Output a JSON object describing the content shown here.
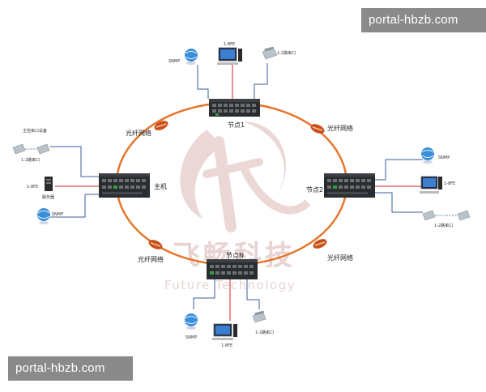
{
  "watermark_top": "portal-hbzb.com",
  "watermark_bottom": "portal-hbzb.com",
  "bg_watermark": {
    "cn": "飞畅科技",
    "en": "Future Technology",
    "color": "#e9d2d2"
  },
  "colors": {
    "fiber_ring": "#e8742a",
    "connector": "#c8501c",
    "cable_blue": "#3a5f9a",
    "cable_red": "#d02020",
    "switch_body": "#2a2d30"
  },
  "labels": {
    "fiber_tl": "光纤网络",
    "fiber_tr": "光纤网络",
    "fiber_bl": "光纤网络",
    "fiber_br": "光纤网络",
    "main": "主机",
    "node1": "节点1",
    "node2": "节点2",
    "nodeN": "节点N"
  },
  "devices": {
    "top": {
      "snmp": "SNMP",
      "eth": "1-8FE",
      "phone": "1-2路串口"
    },
    "left": {
      "serial_dev": "主控串口设备",
      "phone": "1-2路串口",
      "eth": "1-8FE",
      "server": "服务器",
      "snmp": "SNMP"
    },
    "right": {
      "snmp": "SNMP",
      "eth": "1-8FE",
      "phone": "1-2路串口"
    },
    "bottom": {
      "snmp": "SNMP",
      "eth": "1-8FE",
      "phone": "1-2路串口"
    }
  }
}
